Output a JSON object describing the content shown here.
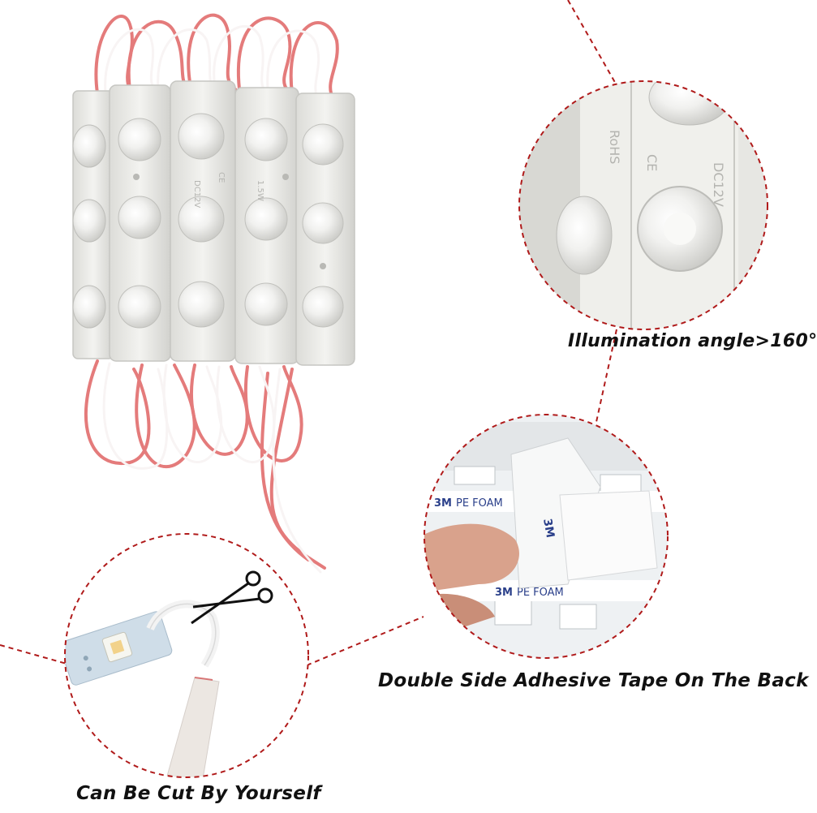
{
  "captions": {
    "illumination": "Illumination angle>160°",
    "adhesive": "Double Side Adhesive Tape On The Back",
    "cut": "Can Be Cut By Yourself"
  },
  "product_markings": {
    "voltage": "DC12V",
    "power": "1.5W",
    "certification": "CE",
    "compliance": "RoHS",
    "tape_brand": "3M",
    "tape_type": "PE FOAM"
  },
  "colors": {
    "dashed_line": "#b01a1a",
    "module_body": "#eeeeea",
    "wire_red": "#e06060",
    "wire_white": "#f6f2f2",
    "caption_text": "#111111"
  }
}
